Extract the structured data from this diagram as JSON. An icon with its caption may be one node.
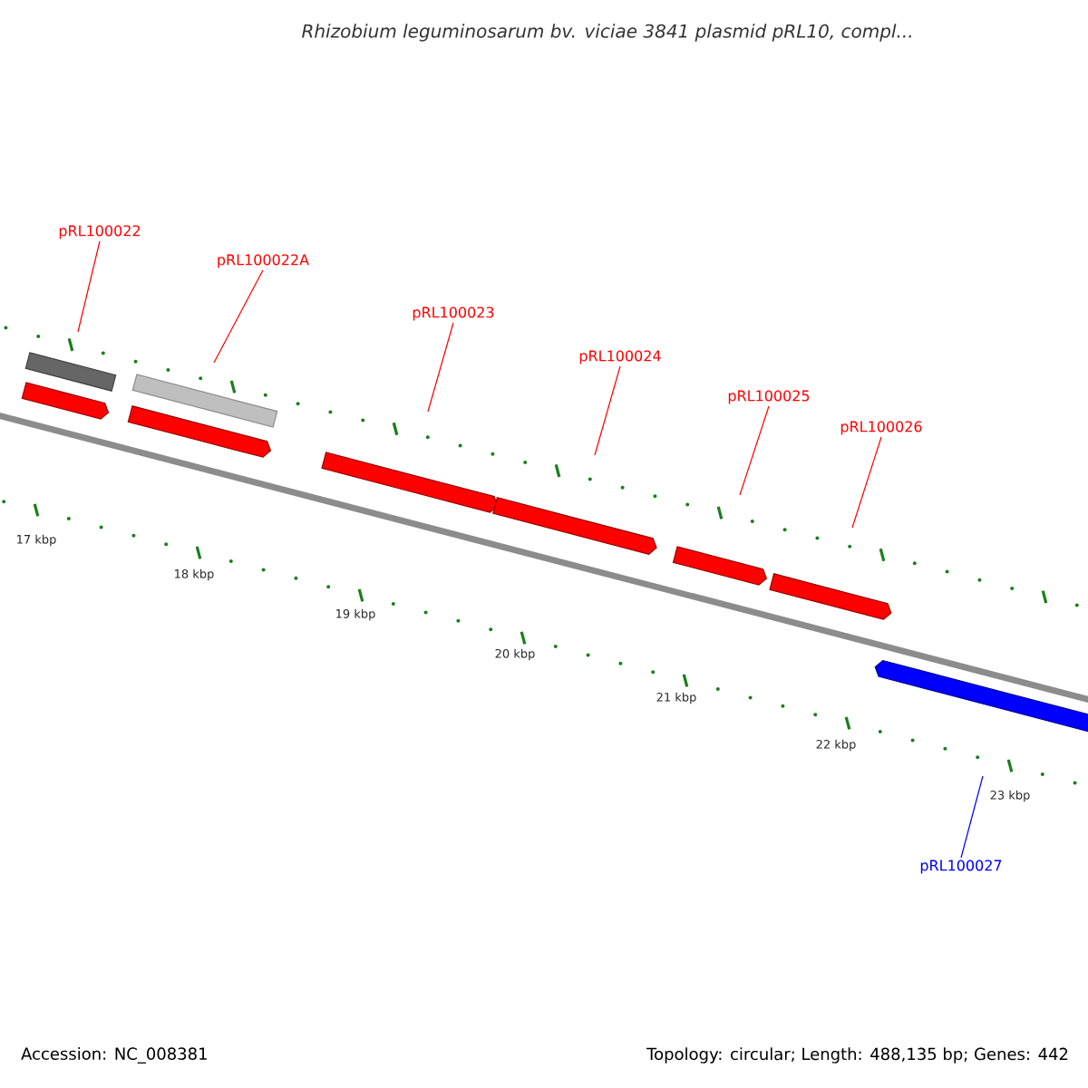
{
  "diagram": {
    "title": "Rhizobium leguminosarum bv. viciae 3841 plasmid pRL10, compl...",
    "nodes": [
      {
        "text": [
          "pRL100022"
        ]
      },
      {
        "text": [
          "pRL100022A"
        ]
      },
      {
        "text": [
          "pRL100023"
        ]
      },
      {
        "text": [
          "pRL100024"
        ]
      },
      {
        "text": [
          "pRL100025"
        ]
      },
      {
        "text": [
          "pRL100026"
        ]
      },
      {
        "text": [
          "pRL100027"
        ]
      }
    ],
    "edges": [
      {
        "from": 0,
        "to": null,
        "arrow": "none"
      },
      {
        "from": 1,
        "to": null,
        "arrow": "none"
      },
      {
        "from": 2,
        "to": null,
        "arrow": "none"
      },
      {
        "from": 3,
        "to": null,
        "arrow": "none"
      },
      {
        "from": 4,
        "to": null,
        "arrow": "none"
      },
      {
        "from": 5,
        "to": null,
        "arrow": "none"
      },
      {
        "from": 6,
        "to": null,
        "arrow": "none",
        "color": "#0000ff"
      }
    ],
    "labels": [
      "17 kbp",
      "18 kbp",
      "19 kbp",
      "20 kbp",
      "21 kbp",
      "22 kbp",
      "23 kbp",
      "Accession: NC_008381",
      "Topology: circular; Length: 488,135 bp; Genes: 442"
    ]
  }
}
